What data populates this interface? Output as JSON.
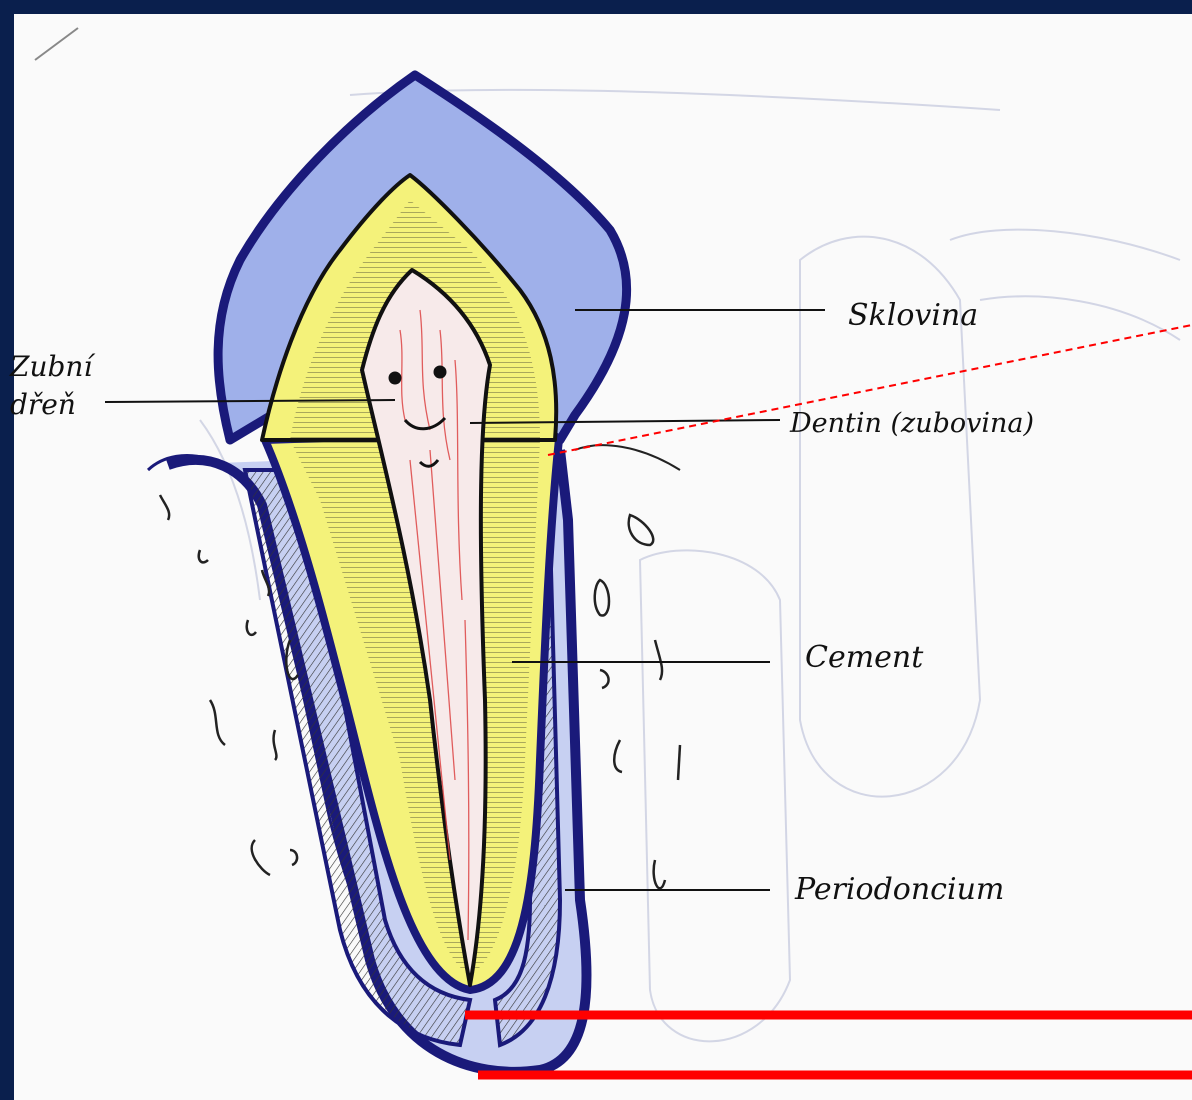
{
  "diagram": {
    "labels": {
      "pulp_line1": "Zubní",
      "pulp_line2": "dřeň",
      "enamel": "Sklovina",
      "dentin": "Dentin (zubovina)",
      "cement": "Cement",
      "periodontium": "Periodoncium"
    },
    "colors": {
      "border": "#0a1f4d",
      "paper": "#fafafa",
      "outline": "#1a1a7a",
      "fill_blue": "#8aa0e0",
      "fill_yellow": "#f2f04a",
      "pulp_fill": "#f7eaea",
      "pulp_lines": "#d44",
      "marker_red": "#ff0000"
    }
  }
}
